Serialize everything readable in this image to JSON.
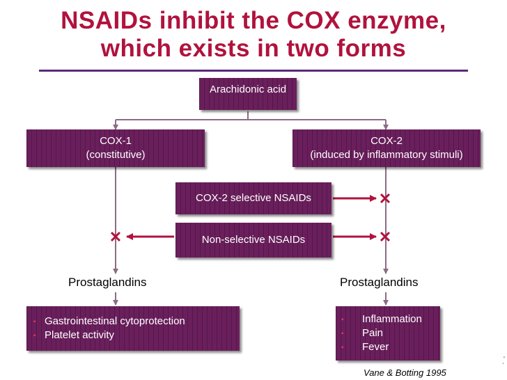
{
  "title": {
    "line1": "NSAIDs inhibit the COX enzyme,",
    "line2": "which exists in two forms"
  },
  "nodes": {
    "arachidonic": "Arachidonic acid",
    "cox1_line1": "COX-1",
    "cox1_line2": "(constitutive)",
    "cox2_line1": "COX-2",
    "cox2_line2": "(induced by inflammatory stimuli)",
    "cox2_selective": "COX-2 selective NSAIDs",
    "non_selective": "Non-selective NSAIDs",
    "prostaglandins_left": "Prostaglandins",
    "prostaglandins_right": "Prostaglandins"
  },
  "outcomes_left": [
    "Gastrointestinal cytoprotection",
    "Platelet activity"
  ],
  "outcomes_right": [
    "Inflammation",
    "Pain",
    "Fever"
  ],
  "inhibit_mark": "✕",
  "bullet_glyph": "▪",
  "credit": "Vane & Botting 1995",
  "colors": {
    "title": "#b1123d",
    "box": "#6a1f5c",
    "rule": "#5a2a7a",
    "connector": "#8b6b84",
    "arrow": "#b1123d",
    "bullet": "#e8325a",
    "logo": "#8e2f8f"
  },
  "icons": {
    "logo": "swirl-logo-icon"
  }
}
